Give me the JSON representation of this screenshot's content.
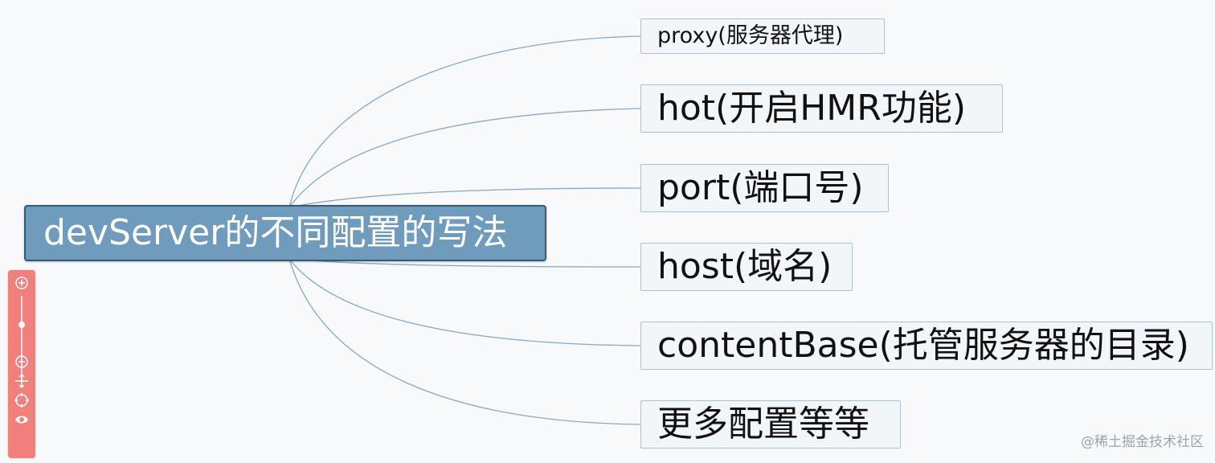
{
  "diagram": {
    "root": {
      "label": "devServer的不同配置的写法"
    },
    "branches": [
      {
        "label": "proxy(服务器代理)"
      },
      {
        "label": "hot(开启HMR功能)"
      },
      {
        "label": "port(端口号)"
      },
      {
        "label": "host(域名)"
      },
      {
        "label": "contentBase(托管服务器的目录)"
      },
      {
        "label": "更多配置等等"
      }
    ]
  },
  "toolbar": {
    "icons": [
      "zoom-in-icon",
      "zoom-slider",
      "zoom-out-icon",
      "move-icon",
      "fit-center-icon",
      "view-icon"
    ],
    "accent_color": "#f17f7b"
  },
  "colors": {
    "root_fill": "#6f9cbd",
    "root_border": "#355a73",
    "branch_fill": "#f2f6f9",
    "branch_border": "#a9c2d4",
    "connector": "#8aa8bd"
  },
  "watermark": "@稀土掘金技术社区"
}
